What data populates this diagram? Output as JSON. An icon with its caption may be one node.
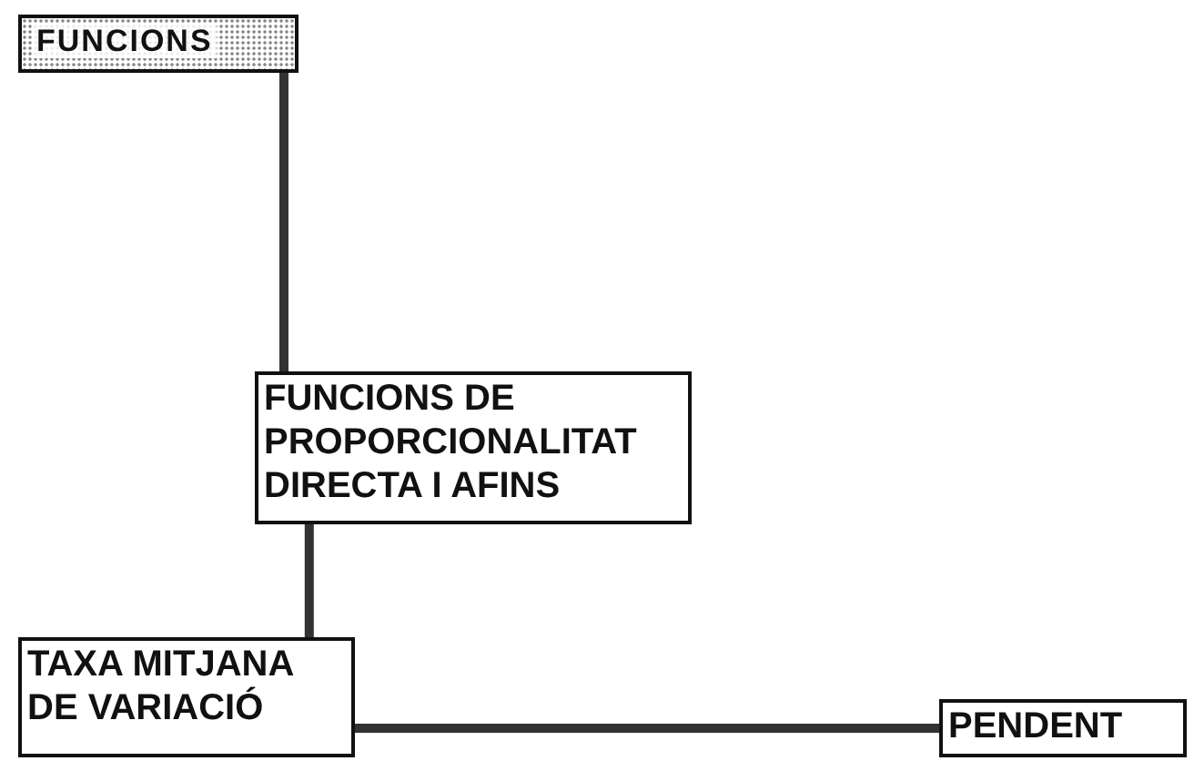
{
  "diagram": {
    "nodes": [
      {
        "text": [
          "FUNCIONS"
        ]
      },
      {
        "text": [
          "FUNCIONS DE PROPORCIONALITAT DIRECTA I AFINS"
        ]
      },
      {
        "text": [
          "TAXA MITJANA DE VARIACIÓ"
        ]
      },
      {
        "text": [
          "PENDENT"
        ]
      }
    ],
    "edges": [
      {
        "from": 0,
        "to": 1,
        "arrow": "none"
      },
      {
        "from": 1,
        "to": 2,
        "arrow": "none"
      },
      {
        "from": 2,
        "to": 3,
        "arrow": "none"
      }
    ]
  }
}
